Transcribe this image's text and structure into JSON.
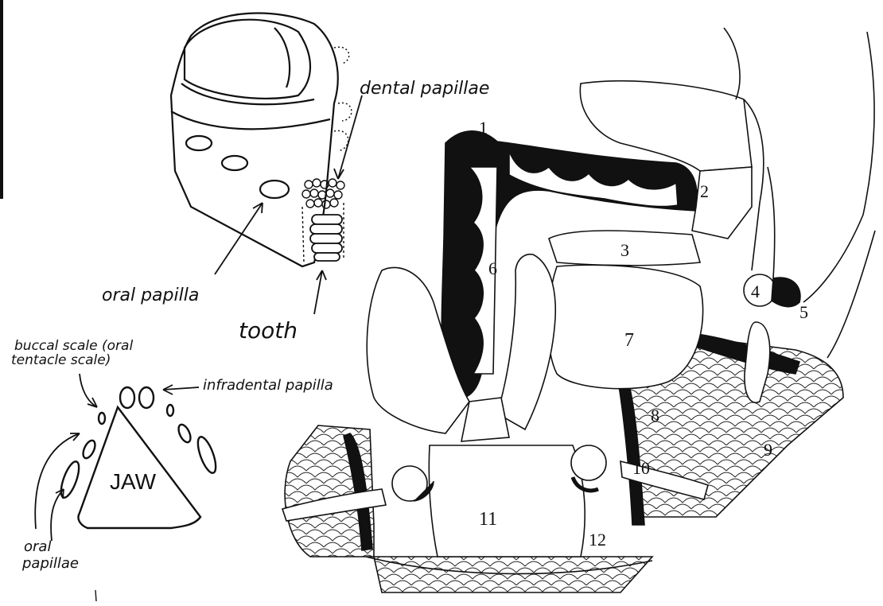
{
  "labels": {
    "dental_papillae": "dental papillae",
    "oral_papilla": "oral papilla",
    "tooth": "tooth",
    "buccal_scale_line1": "buccal scale (oral",
    "buccal_scale_line2": "tentacle scale)",
    "infradental_papilla": "infradental papilla",
    "jaw": "JAW",
    "oral_papillae_line1": "oral",
    "oral_papillae_line2": "papillae"
  },
  "numbers": [
    "1",
    "2",
    "3",
    "4",
    "5",
    "6",
    "7",
    "8",
    "9",
    "10",
    "11",
    "12"
  ],
  "colors": {
    "ink": "#111111",
    "paper": "#ffffff"
  }
}
